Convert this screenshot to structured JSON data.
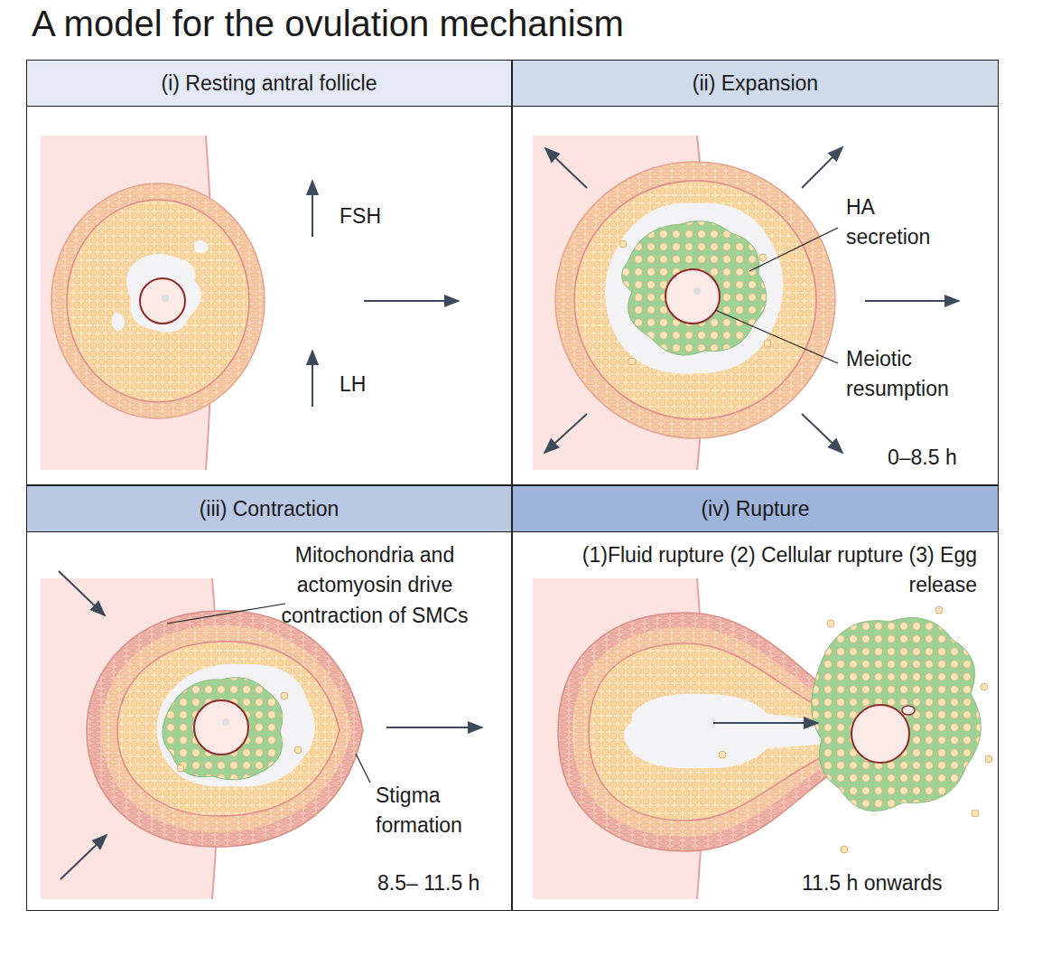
{
  "diagram": {
    "title": "A model for the ovulation mechanism",
    "nodes": [
      {
        "text": [
          "(i) Resting antral follicle",
          "FSH",
          "LH"
        ]
      },
      {
        "text": [
          "(ii) Expansion",
          "HA secretion",
          "Meiotic resumption",
          "0–8.5 h"
        ]
      },
      {
        "text": [
          "(iii) Contraction",
          "Mitochondria and actomyosin drive contraction of SMCs",
          "Stigma formation",
          "8.5– 11.5 h"
        ]
      },
      {
        "text": [
          "(iv) Rupture",
          "(1)Fluid rupture (2) Cellular rupture (3) Egg release",
          "11.5 h onwards"
        ]
      }
    ]
  }
}
